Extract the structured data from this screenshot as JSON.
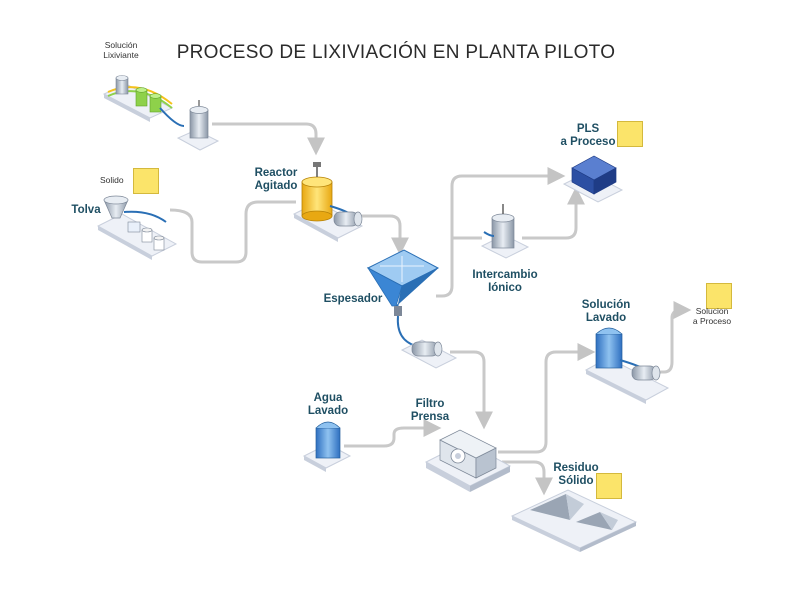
{
  "title": "PROCESO DE LIXIVIACIÓN EN PLANTA PILOTO",
  "labels": {
    "solucion_lixiviante": [
      "Solución",
      "Lixiviante"
    ],
    "solido": "Solido",
    "tolva": "Tolva",
    "reactor": [
      "Reactor",
      "Agitado"
    ],
    "espesador": "Espesador",
    "intercambio": [
      "Intercambio",
      "Iónico"
    ],
    "pls": [
      "PLS",
      "a Proceso"
    ],
    "solucion_lavado": [
      "Solución",
      "Lavado"
    ],
    "solucion_proceso": [
      "Solucion",
      "a Proceso"
    ],
    "agua_lavado": [
      "Agua",
      "Lavado"
    ],
    "filtro_prensa": [
      "Filtro",
      "Prensa"
    ],
    "residuo_solido": [
      "Residuo",
      "Sólido"
    ]
  },
  "colors": {
    "pipe": "#c9c9c9",
    "blue_line": "#2a6fb5",
    "note": "#fbe46a",
    "label_text": "#1f4f63",
    "tank_blue": "#4a8fd6",
    "reactor_yellow": "#f5c21b",
    "thickener_blue": "#2f7fd0",
    "pls_box": "#2c4fa3",
    "platform": "#eef1f7"
  }
}
